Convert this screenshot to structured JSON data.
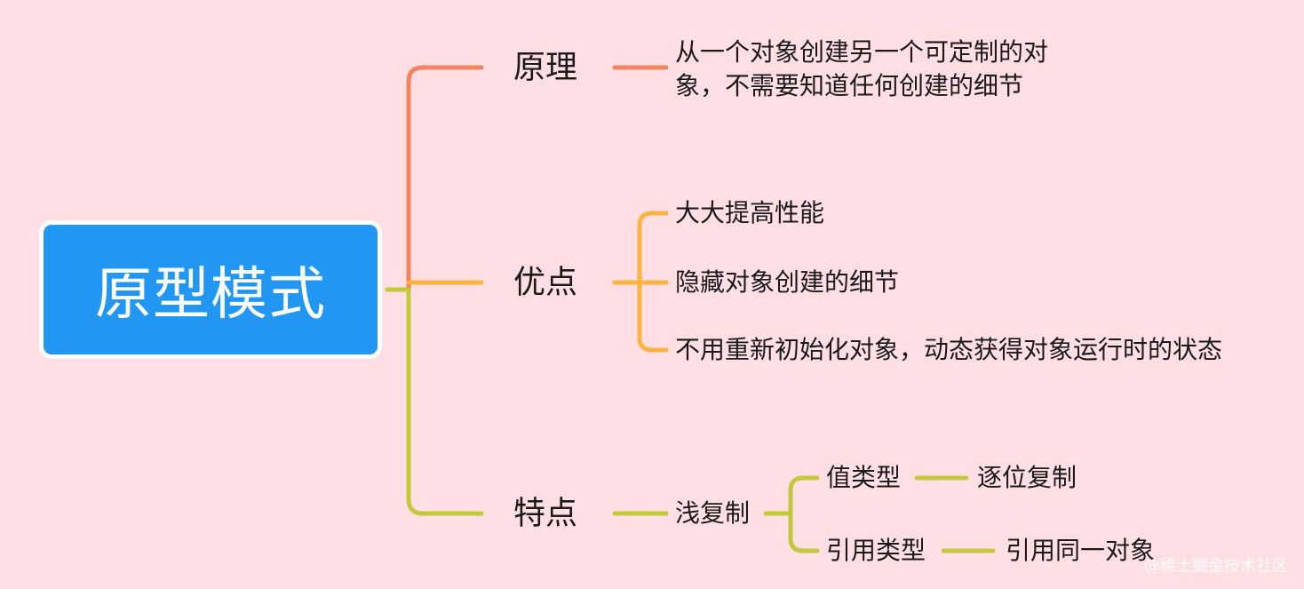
{
  "root": {
    "label": "原型模式"
  },
  "branches": [
    {
      "label": "原理",
      "color": "#F4845F",
      "description": "从一个对象创建另一个可定制的对象，不需要知道任何创建的细节"
    },
    {
      "label": "优点",
      "color": "#FFB23F",
      "items": [
        "大大提高性能",
        "隐藏对象创建的细节",
        "不用重新初始化对象，动态获得对象运行时的状态"
      ]
    },
    {
      "label": "特点",
      "color": "#C2C93B",
      "child": {
        "label": "浅复制",
        "children": [
          {
            "label": "值类型",
            "leaf": "逐位复制"
          },
          {
            "label": "引用类型",
            "leaf": "引用同一对象"
          }
        ]
      }
    }
  ],
  "watermark": "@稀土掘金技术社区"
}
